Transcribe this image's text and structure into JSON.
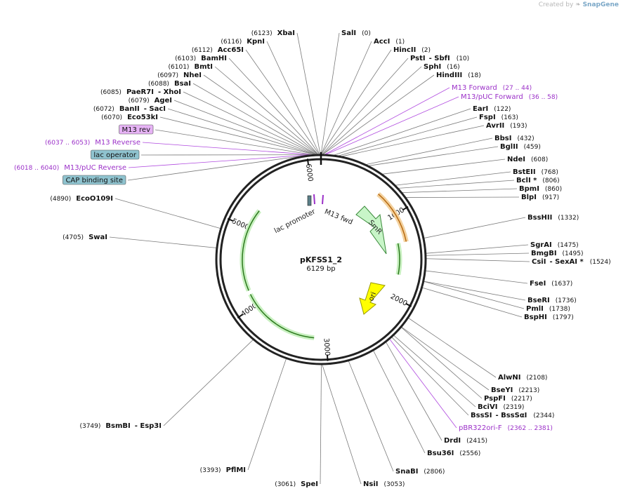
{
  "credit": {
    "prefix": "Created by",
    "brand": "SnapGene"
  },
  "plasmid": {
    "name": "pKFSS1_2",
    "length_label": "6129 bp",
    "length_bp": 6129
  },
  "colors": {
    "backbone": "#222222",
    "enzyme_line": "#7a7a7a",
    "primer": "#9b30c8",
    "feature_label_fill_purple": "#e6b3f5",
    "feature_label_fill_teal": "#8fc3cf",
    "smr_arrow": "#c8f5c8",
    "ori_arrow": "#ffff00",
    "orange_arrow": "#e69a2e",
    "green_arrow": "#2d7a1e"
  },
  "ticks": [
    {
      "bp": 1000,
      "label": "1000"
    },
    {
      "bp": 2000,
      "label": "2000"
    },
    {
      "bp": 3000,
      "label": "3000"
    },
    {
      "bp": 4000,
      "label": "4000"
    },
    {
      "bp": 5000,
      "label": "5000"
    },
    {
      "bp": 6000,
      "label": "6000"
    }
  ],
  "right_labels": [
    {
      "name": "SalI",
      "pos": "(0)",
      "bp": 0
    },
    {
      "name": "AccI",
      "pos": "(1)",
      "bp": 1
    },
    {
      "name": "HincII",
      "pos": "(2)",
      "bp": 2
    },
    {
      "name": "PstI",
      "extra": "- SbfI",
      "pos": "(10)",
      "bp": 10
    },
    {
      "name": "SphI",
      "pos": "(16)",
      "bp": 16
    },
    {
      "name": "HindIII",
      "pos": "(18)",
      "bp": 18
    },
    {
      "name": "M13 Forward",
      "pos": "(27 .. 44)",
      "bp": 35,
      "primer": true
    },
    {
      "name": "M13/pUC Forward",
      "pos": "(36 .. 58)",
      "bp": 47,
      "primer": true
    },
    {
      "name": "EarI",
      "pos": "(122)",
      "bp": 122
    },
    {
      "name": "FspI",
      "pos": "(163)",
      "bp": 163
    },
    {
      "name": "AvrII",
      "pos": "(193)",
      "bp": 193
    },
    {
      "name": "BbsI",
      "pos": "(432)",
      "bp": 432
    },
    {
      "name": "BglII",
      "pos": "(459)",
      "bp": 459
    },
    {
      "name": "NdeI",
      "pos": "(608)",
      "bp": 608
    },
    {
      "name": "BstEII",
      "pos": "(768)",
      "bp": 768
    },
    {
      "name": "BclI *",
      "pos": "(806)",
      "bp": 806
    },
    {
      "name": "BpmI",
      "pos": "(860)",
      "bp": 860
    },
    {
      "name": "BlpI",
      "pos": "(917)",
      "bp": 917
    },
    {
      "name": "BssHII",
      "pos": "(1332)",
      "bp": 1332
    },
    {
      "name": "SgrAI",
      "pos": "(1475)",
      "bp": 1475
    },
    {
      "name": "BmgBI",
      "pos": "(1495)",
      "bp": 1495
    },
    {
      "name": "CsiI",
      "extra": "- SexAI *",
      "pos": "(1524)",
      "bp": 1524
    },
    {
      "name": "FseI",
      "pos": "(1637)",
      "bp": 1637
    },
    {
      "name": "BseRI",
      "pos": "(1736)",
      "bp": 1736
    },
    {
      "name": "PmlI",
      "pos": "(1738)",
      "bp": 1738
    },
    {
      "name": "BspHI",
      "pos": "(1797)",
      "bp": 1797
    },
    {
      "name": "AlwNI",
      "pos": "(2108)",
      "bp": 2108
    },
    {
      "name": "BseYI",
      "pos": "(2213)",
      "bp": 2213
    },
    {
      "name": "PspFI",
      "pos": "(2217)",
      "bp": 2217
    },
    {
      "name": "BciVI",
      "pos": "(2319)",
      "bp": 2319
    },
    {
      "name": "BssSI",
      "extra": "- BssSαI",
      "pos": "(2344)",
      "bp": 2344
    },
    {
      "name": "pBR322ori-F",
      "pos": "(2362 .. 2381)",
      "bp": 2371,
      "primer": true
    },
    {
      "name": "DrdI",
      "pos": "(2415)",
      "bp": 2415
    },
    {
      "name": "Bsu36I",
      "pos": "(2556)",
      "bp": 2556
    },
    {
      "name": "SnaBI",
      "pos": "(2806)",
      "bp": 2806
    },
    {
      "name": "NsiI",
      "pos": "(3053)",
      "bp": 3053
    }
  ],
  "left_labels": [
    {
      "name": "XbaI",
      "pos": "(6123)",
      "bp": 6123
    },
    {
      "name": "KpnI",
      "pos": "(6116)",
      "bp": 6116
    },
    {
      "name": "Acc65I",
      "pos": "(6112)",
      "bp": 6112
    },
    {
      "name": "BamHI",
      "pos": "(6103)",
      "bp": 6103
    },
    {
      "name": "BmtI",
      "pos": "(6101)",
      "bp": 6101
    },
    {
      "name": "NheI",
      "pos": "(6097)",
      "bp": 6097
    },
    {
      "name": "BsaI",
      "pos": "(6088)",
      "bp": 6088
    },
    {
      "name": "PaeR7I",
      "extra": "- XhoI",
      "pos": "(6085)",
      "bp": 6085
    },
    {
      "name": "AgeI",
      "pos": "(6079)",
      "bp": 6079
    },
    {
      "name": "BanII",
      "extra": "- SacI",
      "pos": "(6072)",
      "bp": 6072
    },
    {
      "name": "Eco53kI",
      "pos": "(6070)",
      "bp": 6070
    },
    {
      "name": "M13 rev",
      "bp": 6050,
      "boxed": "purple"
    },
    {
      "name": "M13 Reverse",
      "pos": "(6037 .. 6053)",
      "bp": 6045,
      "primer": true
    },
    {
      "name": "lac operator",
      "bp": 6040,
      "boxed": "teal"
    },
    {
      "name": "M13/pUC Reverse",
      "pos": "(6018 .. 6040)",
      "bp": 6029,
      "primer": true
    },
    {
      "name": "CAP binding site",
      "bp": 6010,
      "boxed": "teal"
    },
    {
      "name": "EcoO109I",
      "pos": "(4890)",
      "bp": 4890
    },
    {
      "name": "SwaI",
      "pos": "(4705)",
      "bp": 4705
    },
    {
      "name": "BsmBI",
      "extra": "- Esp3I",
      "pos": "(3749)",
      "bp": 3749
    },
    {
      "name": "PflMI",
      "pos": "(3393)",
      "bp": 3393
    },
    {
      "name": "SpeI",
      "pos": "(3061)",
      "bp": 3061
    }
  ],
  "features": [
    {
      "name": "SmR",
      "kind": "arrow",
      "start": 400,
      "end": 1150,
      "color": "#c8f5c8"
    },
    {
      "name": "ori",
      "kind": "arrow",
      "start": 1900,
      "end": 2450,
      "color": "#ffff00"
    },
    {
      "name": "M13 fwd",
      "kind": "label",
      "bp": 5950
    },
    {
      "name": "lac promoter",
      "kind": "label",
      "bp": 5820
    }
  ]
}
